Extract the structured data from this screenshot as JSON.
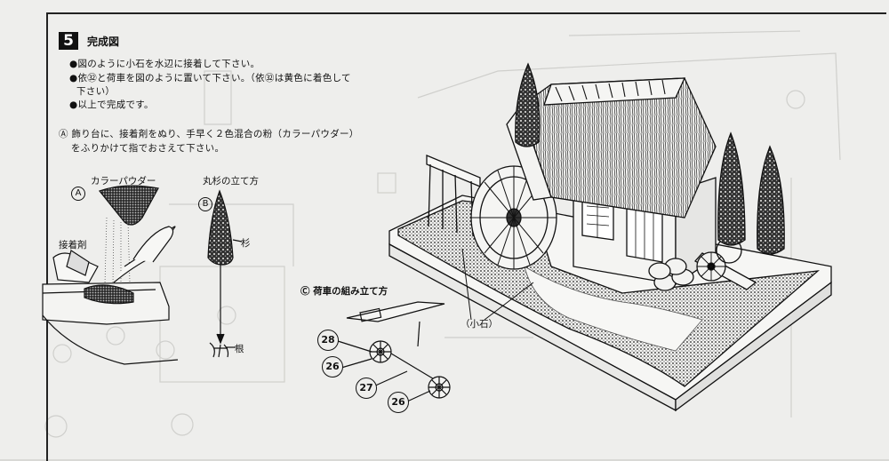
{
  "step": {
    "number": "5",
    "title": "完成図"
  },
  "instructions": [
    "●図のように小石を水辺に接着して下さい。",
    "●依㉜と荷車を図のように置いて下さい。（依㉜は黄色に着色して",
    "下さい）",
    "●以上で完成です。"
  ],
  "note_a": {
    "line1": "Ⓐ 飾り台に、接着剤をぬり、手早く２色混合の粉（カラーパウダー）",
    "line2": "をふりかけて指でおさえて下さい。"
  },
  "figure_a": {
    "title": "カラーパウダー",
    "marker": "A",
    "glue_label": "接着剤"
  },
  "figure_b": {
    "title": "丸杉の立て方",
    "marker": "B",
    "cedar_label": "杉",
    "root_label": "根"
  },
  "figure_c": {
    "title": "Ⓒ 荷車の組み立て方",
    "parts": [
      "28",
      "26",
      "27",
      "26"
    ]
  },
  "main_figure": {
    "pebbles_label": "（小石）"
  },
  "colors": {
    "paper": "#eeeeec",
    "ink": "#111111",
    "faint": "#c8c8c6"
  }
}
